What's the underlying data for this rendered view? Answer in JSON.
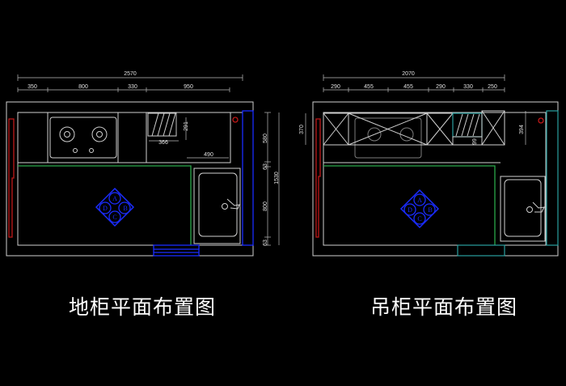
{
  "left_plan": {
    "title": "地柜平面布置图",
    "total_width": "2570",
    "width_segments": [
      "350",
      "800",
      "330",
      "950"
    ],
    "height_total": "1530",
    "height_segments": [
      "580",
      "63",
      "800",
      "63"
    ],
    "detail_dims": [
      "291",
      "366",
      "490"
    ],
    "marker_letters": [
      "A",
      "B",
      "C",
      "D"
    ]
  },
  "right_plan": {
    "title": "吊柜平面布置图",
    "total_width": "2070",
    "width_segments": [
      "290",
      "455",
      "455",
      "290",
      "330",
      "250"
    ],
    "detail_dims": [
      "370",
      "394",
      "99"
    ],
    "marker_letters": [
      "A",
      "B",
      "C",
      "D"
    ]
  },
  "colors": {
    "wall": "#d0d0d0",
    "counter_edge": "#2aa84a",
    "window": "#c01818",
    "door": "#1a2cff",
    "door_teal": "#2aa0a0"
  }
}
